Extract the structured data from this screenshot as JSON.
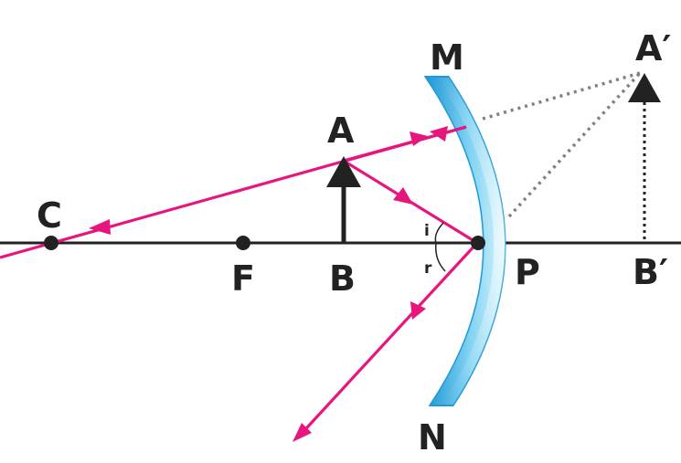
{
  "labels": {
    "M": "M",
    "N": "N",
    "P": "P",
    "A": "A",
    "B": "B",
    "A_prime": "A′",
    "B_prime": "B′",
    "C": "C",
    "F": "F",
    "angle_i": "i",
    "angle_r": "r"
  },
  "colors": {
    "ray": "#e8157e",
    "axis": "#222222",
    "mirror_edge": "#1e9ad6",
    "mirror_light": "#bfe9f7",
    "virtual": "#808080"
  }
}
